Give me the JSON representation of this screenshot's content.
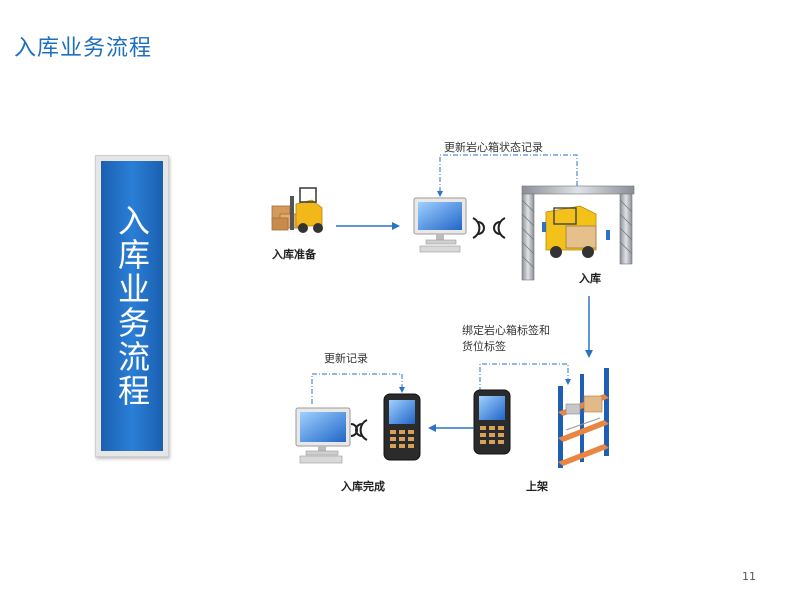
{
  "slide": {
    "title": "入库业务流程",
    "side_title": "入库业务流程",
    "page_number": "11"
  },
  "flow": {
    "prepare_label": "入库准备",
    "gate_label": "入库",
    "shelving_label": "上架",
    "complete_label": "入库完成",
    "update_status_note": "更新岩心箱状态记录",
    "bind_note_line1": "绑定岩心箱标签和",
    "bind_note_line2": "货位标签",
    "update_record_note": "更新记录"
  },
  "colors": {
    "accent": "#1f6fbf",
    "panel_blue": "#1b5fb0",
    "arrow_blue": "#2a73c9"
  }
}
